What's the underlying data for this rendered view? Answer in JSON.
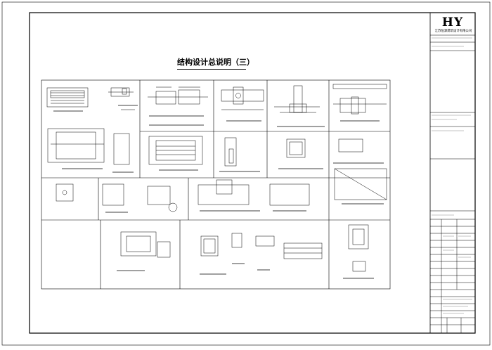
{
  "drawing": {
    "title": "结构设计总说明（三）"
  },
  "title_block": {
    "logo": "HY",
    "company": "江苏恒源建筑设计有限公司"
  }
}
